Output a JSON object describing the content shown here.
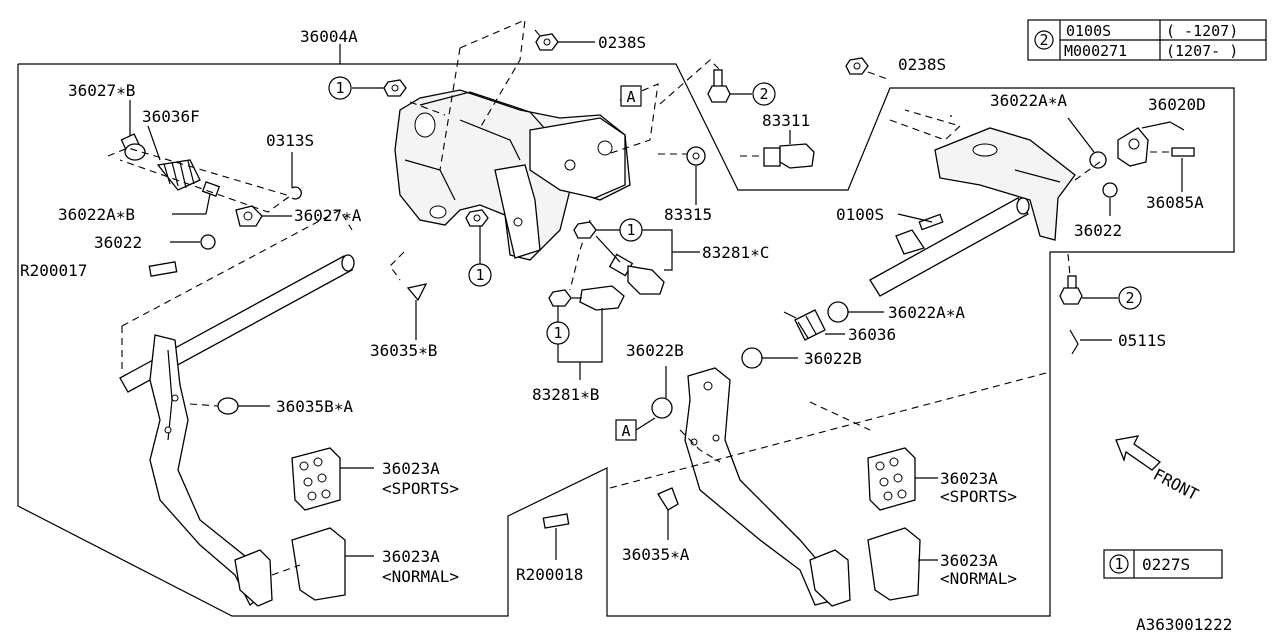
{
  "callouts": {
    "c_36004A": "36004A",
    "c_0238S_top": "0238S",
    "c_0238S_right": "0238S",
    "c_36027B": "36027∗B",
    "c_36036F": "36036F",
    "c_0313S": "0313S",
    "c_36022AB": "36022A∗B",
    "c_36027A": "36027∗A",
    "c_36022_left": "36022",
    "c_R200017": "R200017",
    "c_83311": "83311",
    "c_83315": "83315",
    "c_83281C": "83281∗C",
    "c_83281B": "83281∗B",
    "c_36035B": "36035∗B",
    "c_36035BA": "36035B∗A",
    "c_36022AA_top": "36022A∗A",
    "c_36020D": "36020D",
    "c_36085A": "36085A",
    "c_36022_right": "36022",
    "c_0100S": "0100S",
    "c_36022AA_mid": "36022A∗A",
    "c_36036": "36036",
    "c_36022B_left": "36022B",
    "c_36022B_right": "36022B",
    "c_0511S": "0511S",
    "c_36023A_sports_left": "36023A",
    "c_sports_left": "<SPORTS>",
    "c_36023A_normal_left": "36023A",
    "c_normal_left": "<NORMAL>",
    "c_36023A_sports_right": "36023A",
    "c_sports_right": "<SPORTS>",
    "c_36023A_normal_right": "36023A",
    "c_normal_right": "<NORMAL>",
    "c_36035A": "36035∗A",
    "c_R200018": "R200018",
    "front": "FRONT",
    "diagram_id": "A363001222"
  },
  "markers": {
    "circle1": "1",
    "circle2": "2",
    "boxA": "A"
  },
  "legend_top": {
    "symbol": "2",
    "rows": [
      {
        "part": "0100S",
        "range": "( -1207)"
      },
      {
        "part": "M000271",
        "range": "(1207- )"
      }
    ]
  },
  "legend_bottom": {
    "symbol": "1",
    "part": "0227S"
  }
}
